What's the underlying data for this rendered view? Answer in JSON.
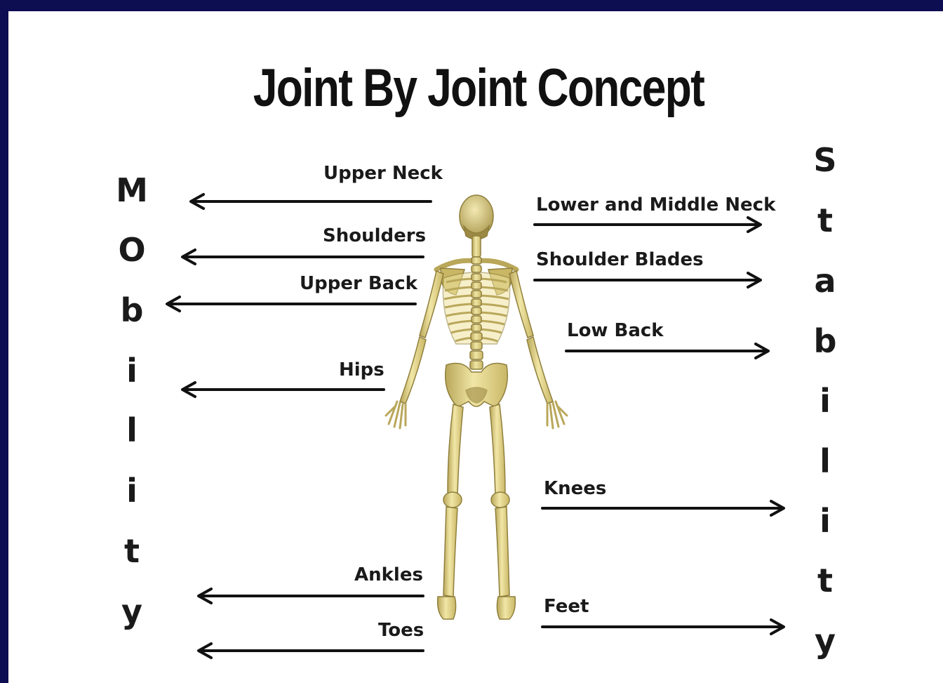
{
  "title": "Joint By Joint Concept",
  "colors": {
    "frame": "#0d0d52",
    "background": "#ffffff",
    "text": "#111111",
    "bone": "#e8d98a",
    "bone_shade": "#b9a75a"
  },
  "left_column": {
    "word": "Mobility",
    "letters": [
      "M",
      "O",
      "b",
      "i",
      "l",
      "i",
      "t",
      "y"
    ]
  },
  "right_column": {
    "word": "Stability",
    "letters": [
      "S",
      "t",
      "a",
      "b",
      "i",
      "l",
      "i",
      "t",
      "y"
    ]
  },
  "mobility_joints": [
    "Upper Neck",
    "Shoulders",
    "Upper Back",
    "Hips",
    "Ankles",
    "Toes"
  ],
  "stability_joints": [
    "Lower and Middle Neck",
    "Shoulder Blades",
    "Low Back",
    "Knees",
    "Feet"
  ],
  "icons": {
    "figure": "skeleton-icon",
    "arrow": "arrow-icon"
  }
}
